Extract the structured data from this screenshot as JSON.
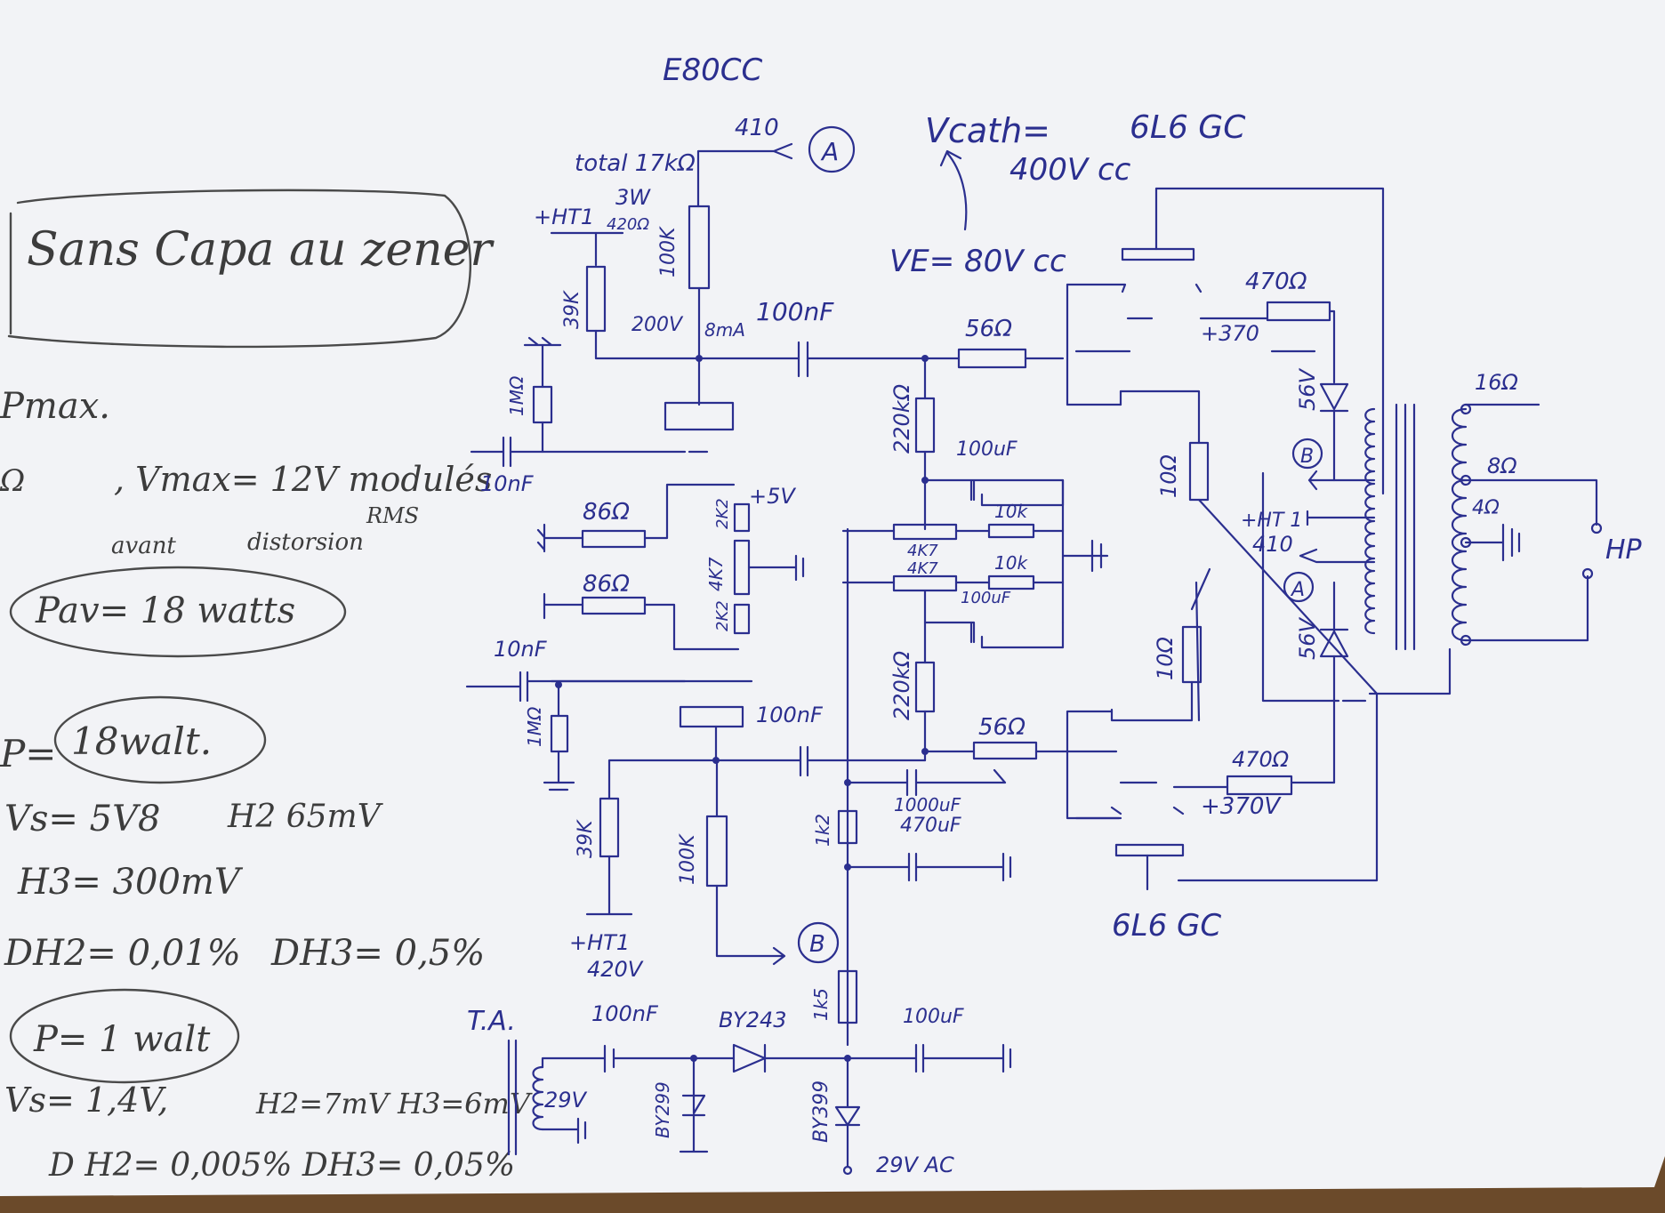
{
  "tube_labels": {
    "preamp": "E80CC",
    "power_top": "6L6 GC",
    "power_bottom": "6L6 GC"
  },
  "notes": {
    "box_title": "Sans Capa au zener",
    "pmax": "Pmax.",
    "ohm": "Ω",
    "vmax": ", Vmax= 12V modulés",
    "rms": "RMS",
    "avant": "avant",
    "distorsion": "distorsion",
    "pav": "Pav= 18 watts",
    "p_eq": "P=",
    "p18": "18walt.",
    "vs1": "Vs= 5V8",
    "h2_1": "H2  65mV",
    "h3_1": "H3= 300mV",
    "dh2_1": "DH2= 0,01%",
    "dh3_1": "DH3= 0,5%",
    "p1": "P= 1 walt",
    "vs2": "Vs= 1,4V,",
    "h2h3_2": "H2=7mV H3=6mV",
    "dh_2": "D H2= 0,005% DH3= 0,05%"
  },
  "annotations": {
    "vcath": "Vcath=",
    "vcath2": "400V cc",
    "ve": "VE= 80V cc"
  },
  "components": {
    "v410": "410",
    "total": "total 17kΩ",
    "w3": "3W",
    "r420": "420Ω",
    "htl": "+HT1",
    "r100k_top": "100K",
    "r39k_top": "39K",
    "v200": "200V",
    "ma8": "8mA",
    "c100nf_top": "100nF",
    "r56_top": "56Ω",
    "r1m_top": "1MΩ",
    "c10nf_top": "10nF",
    "r220k_top": "220kΩ",
    "c100uf_top": "100uF",
    "r10k_a": "10k",
    "r4k7_a": "4K7",
    "r4k7_b": "4K7",
    "r10k_b": "10k",
    "c100uf_b": "100uF",
    "r86_a": "86Ω",
    "r86_b": "86Ω",
    "r2k2_a": "2K2",
    "r2k2_b": "2K2",
    "r4k7_pot": "4K7",
    "p5v": "+5V",
    "r10_top": "10Ω",
    "r10_bot": "10Ω",
    "r470_top": "470Ω",
    "r470_bot": "470Ω",
    "v370_top": "+370",
    "v370_bot": "+370V",
    "z56_top": "56V",
    "z56_bot": "56V",
    "ht1_out": "+HT 1",
    "v410_out": "410",
    "r16": "16Ω",
    "r8": "8Ω",
    "r4": "4Ω",
    "hp": "HP",
    "c10nf_bot": "10nF",
    "r1m_bot": "1MΩ",
    "c100nf_bot": "100nF",
    "r220k_bot": "220kΩ",
    "r56_bot": "56Ω",
    "c1000uf": "1000uF",
    "c470uf": "470uF",
    "r1k2": "1k2",
    "r39k_bot": "39K",
    "r100k_bot": "100K",
    "ht1_bot": "+HT1",
    "v420_bot": "420V",
    "r1k5": "1k5",
    "ta": "T.A.",
    "c100nf_psu": "100nF",
    "by243": "BY243",
    "by299": "BY299",
    "by399": "BY399",
    "v29": "29V",
    "c100uf_psu": "100uF",
    "v29_ac": "29V AC",
    "node_a": "A",
    "node_b": "B"
  }
}
